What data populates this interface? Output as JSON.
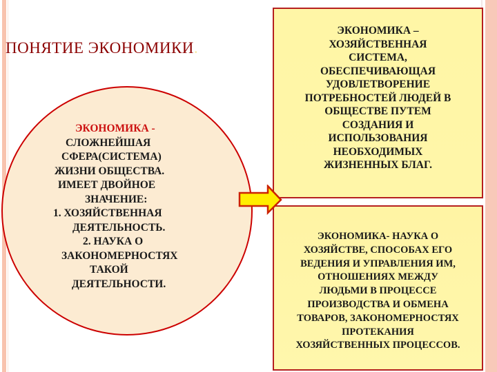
{
  "slide": {
    "title": "ПОНЯТИЕ  ЭКОНОМИКИ",
    "title_trailing": ".",
    "colors": {
      "title": "#8b0000",
      "circle_border": "#cc0000",
      "circle_fill": "#fcebd2",
      "box_fill": "#fff5a8",
      "box_border": "#b51f1f",
      "arrow_fill": "#ffee00",
      "arrow_border": "#cc2200",
      "side_strip": "#f8c3ae"
    }
  },
  "circle": {
    "lines": [
      {
        "text": "ЭКОНОМИКА  -",
        "accent": true
      },
      {
        "text": "СЛОЖНЕЙШАЯ"
      },
      {
        "text": "СФЕРА(СИСТЕМА)"
      },
      {
        "text": "ЖИЗНИ ОБЩЕСТВА."
      },
      {
        "text": "ИМЕЕТ ДВОЙНОЕ"
      },
      {
        "text": "ЗНАЧЕНИЕ:"
      },
      {
        "text": "1.  ХОЗЯЙСТВЕННАЯ"
      },
      {
        "text": "ДЕЯТЕЛЬНОСТЬ."
      },
      {
        "text": "2.  НАУКА О"
      },
      {
        "text": "ЗАКОНОМЕРНОСТЯХ"
      },
      {
        "text": "ТАКОЙ"
      },
      {
        "text": "ДЕЯТЕЛЬНОСТИ."
      }
    ]
  },
  "arrow": {
    "icon": "right-arrow-icon"
  },
  "definition_top": {
    "lines": [
      "ЭКОНОМИКА –",
      "ХОЗЯЙСТВЕННАЯ",
      "СИСТЕМА,",
      "ОБЕСПЕЧИВАЮЩАЯ",
      "УДОВЛЕТВОРЕНИЕ",
      "ПОТРЕБНОСТЕЙ  ЛЮДЕЙ В",
      "ОБЩЕСТВЕ  ПУТЕМ",
      "СОЗДАНИЯ И",
      "ИСПОЛЬЗОВАНИЯ",
      "НЕОБХОДИМЫХ",
      "ЖИЗНЕННЫХ  БЛАГ."
    ]
  },
  "definition_bottom": {
    "lines": [
      "ЭКОНОМИКА-  НАУКА О",
      "ХОЗЯЙСТВЕ, СПОСОБАХ ЕГО",
      "ВЕДЕНИЯ И  УПРАВЛЕНИЯ ИМ,",
      "ОТНОШЕНИЯХ МЕЖДУ",
      "ЛЮДЬМИ  В ПРОЦЕССЕ",
      "ПРОИЗВОДСТВА И ОБМЕНА",
      "ТОВАРОВ, ЗАКОНОМЕРНОСТЯХ",
      "ПРОТЕКАНИЯ",
      "ХОЗЯЙСТВЕННЫХ ПРОЦЕССОВ."
    ]
  }
}
